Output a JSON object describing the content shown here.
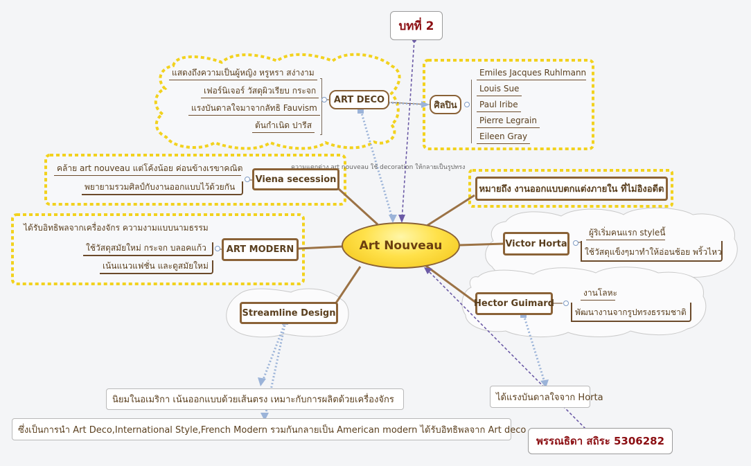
{
  "central": "Art Nouveau",
  "chapter_title": "บทที่ 2",
  "author": "พรรณธิดา  สถิระ 5306282",
  "art_deco": {
    "label": "ART DECO",
    "details": [
      "แสดงถึงความเป็นผู้หญิง หรูหรา สง่างาม",
      "เฟอร์นิเจอร์ วัสดุผิวเรียบ กระจก",
      "แรงบันดาลใจมาจากลัทธิ Fauvism",
      "ต้นกำเนิด ปารีส"
    ],
    "artists_label": "ศิลปิน",
    "artists": [
      "Emiles Jacques Ruhlmann",
      "Louis Sue",
      "Paul Iribe",
      "Pierre Legrain",
      "Eileen Gray"
    ]
  },
  "viena": {
    "label": "Viena secession",
    "details": [
      "คล้าย art nouveau แต่โค้งน้อย ค่อนข้างเรขาคณิต",
      "พยายามรวมศิลป์กับงานออกแบบไว้ด้วยกัน"
    ]
  },
  "art_modern": {
    "label": "ART MODERN",
    "details": [
      "ได้รับอิทธิพลจากเครื่องจักร ความงามแบบนามธรรม",
      "ใช้วัสดุสมัยใหม่ กระจก บลอคแก้ว",
      "เน้นแนวแฟชั่น และดูสมัยใหม่"
    ]
  },
  "meaning": "หมายถึง งานออกแบบตกแต่งภายใน ที่ไม่อิงอดีต",
  "victor_horta": {
    "label": "Victor Horta",
    "details": [
      "ผู้ริเริ่มคนแรก styleนี้",
      "ใช้วัสดุแข็งๆมาทำให้อ่อนช้อย พริ้วไหว"
    ]
  },
  "hector_guimard": {
    "label": "Hector Guimard",
    "details": [
      "งานโลหะ",
      "พัฒนางานจากรูปทรงธรรมชาติ"
    ]
  },
  "streamline": {
    "label": "Streamline Design"
  },
  "notes": {
    "america": "นิยมในอเมริกา เน้นออกแบบด้วยเส้นตรง เหมาะกับการผลิตด้วยเครื่องจักร",
    "american_modern": "ซึ่งเป็นการนำ Art Deco,International Style,French Modern รวมกันกลายเป็น American modern ได้รับอิทธิพลจาก Art deco",
    "horta_inspired": "ได้แรงบันดาลใจจาก Horta"
  },
  "relation_label": "ความแตกต่าง art nouveau ใช้ decoration ให้กลายเป็นรูปทรง",
  "colors": {
    "topic_border": "#8a6237",
    "dashed_highlight": "#f2d21e",
    "title_text": "#8b0e12",
    "relation_line": "#9bb3d8",
    "author_line": "#6b5aa6"
  },
  "icons": [
    "collapse-circle-icon",
    "arrowhead-icon"
  ]
}
